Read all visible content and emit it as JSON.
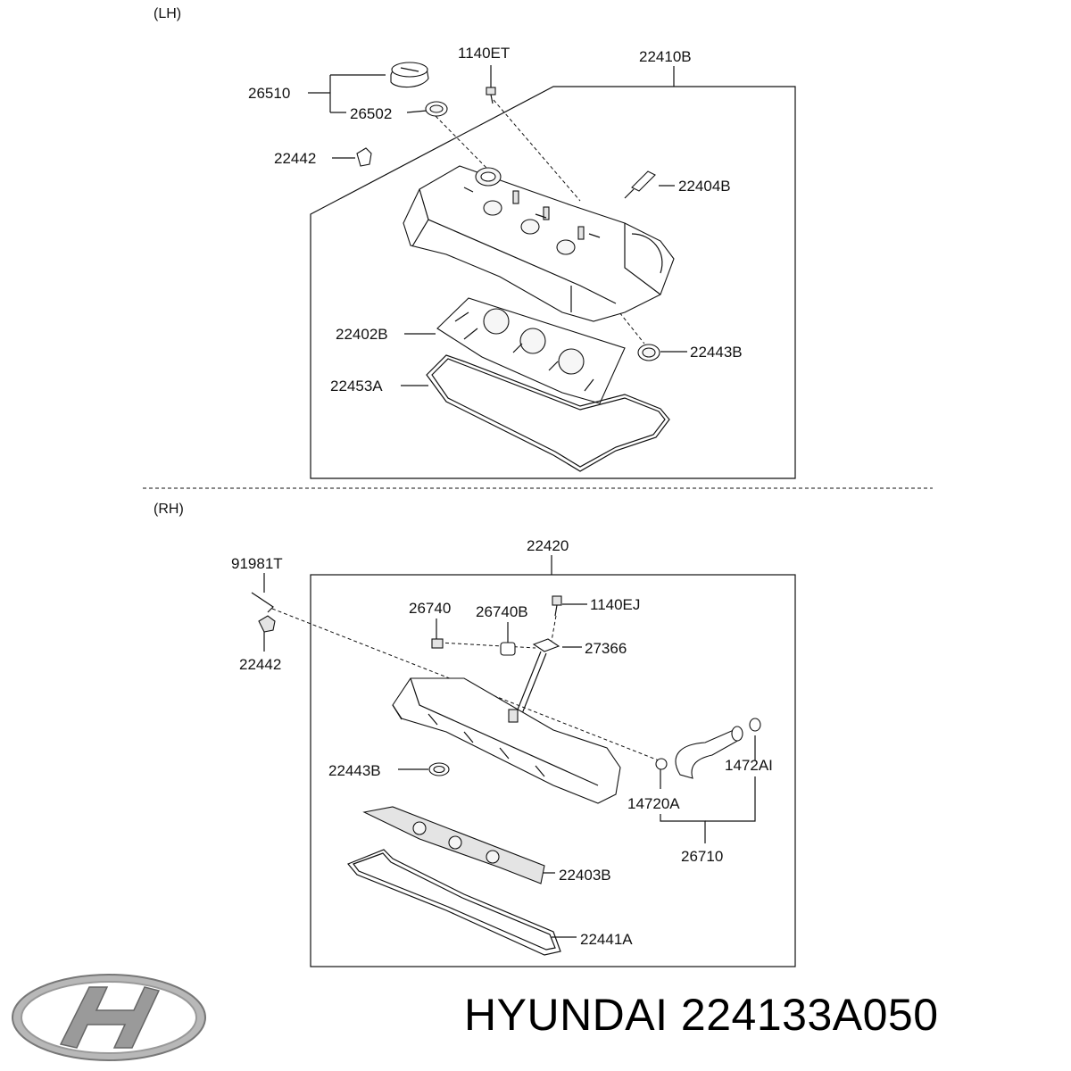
{
  "sections": {
    "lh": {
      "title": "(LH)"
    },
    "rh": {
      "title": "(RH)"
    }
  },
  "lh_labels": {
    "l1140ET": "1140ET",
    "l22410B": "22410B",
    "l26510": "26510",
    "l26502": "26502",
    "l22442": "22442",
    "l22404B": "22404B",
    "l22402B": "22402B",
    "l22443B": "22443B",
    "l22453A": "22453A"
  },
  "rh_labels": {
    "l22420": "22420",
    "l91981T": "91981T",
    "l22442": "22442",
    "l26740": "26740",
    "l26740B": "26740B",
    "l1140EJ": "1140EJ",
    "l27366": "27366",
    "l22443B": "22443B",
    "l1472AI": "1472AI",
    "l14720A": "14720A",
    "l26710": "26710",
    "l22403B": "22403B",
    "l22441A": "22441A"
  },
  "footer": {
    "brand_text": "HYUNDAI 224133A050",
    "logo_icon": "hyundai-logo-icon"
  }
}
